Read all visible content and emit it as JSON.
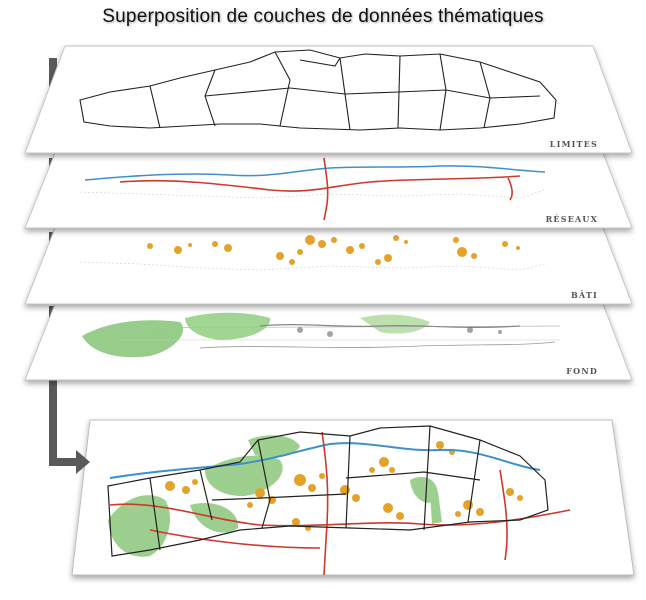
{
  "title": "Superposition de couches de données thématiques",
  "layers": [
    {
      "id": "limites",
      "label": "LIMITES"
    },
    {
      "id": "reseaux",
      "label": "RÉSEAUX"
    },
    {
      "id": "bati",
      "label": "BÂTI"
    },
    {
      "id": "fond",
      "label": "FOND"
    }
  ],
  "colors": {
    "boundary": "#222222",
    "road": "#cc3a2a",
    "water": "#3f8fc9",
    "building": "#e3a22c",
    "vegetation": "#7cc06a",
    "arrow": "#5a5a5a",
    "plane": "#ffffff",
    "plane_shadow": "#999999"
  }
}
